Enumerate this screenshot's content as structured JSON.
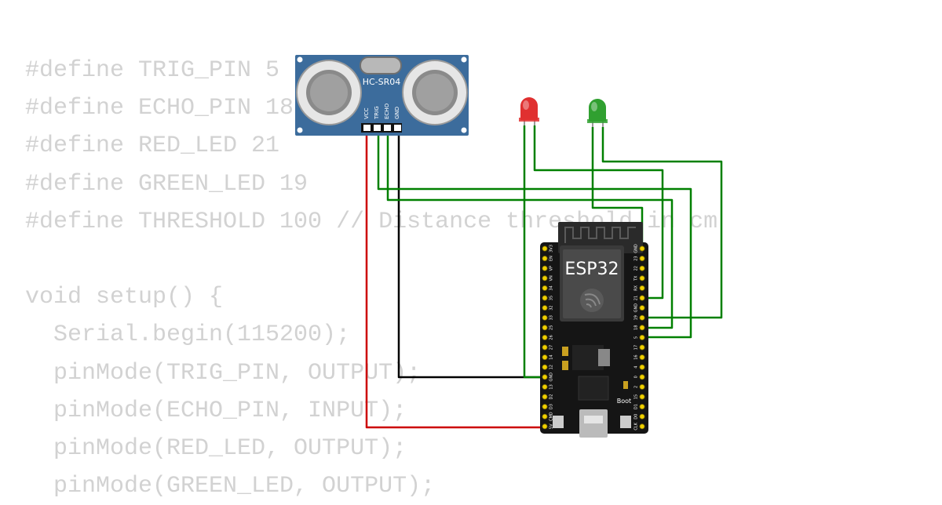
{
  "code": {
    "lines": [
      "#define TRIG_PIN 5",
      "#define ECHO_PIN 18",
      "#define RED_LED 21",
      "#define GREEN_LED 19",
      "#define THRESHOLD 100 // Distance threshold in cm",
      "",
      "void setup() {",
      "  Serial.begin(115200);",
      "  pinMode(TRIG_PIN, OUTPUT);",
      "  pinMode(ECHO_PIN, INPUT);",
      "  pinMode(RED_LED, OUTPUT);",
      "  pinMode(GREEN_LED, OUTPUT);"
    ]
  },
  "sensor": {
    "model": "HC-SR04",
    "pins": [
      "VCC",
      "TRIG",
      "ECHO",
      "GND"
    ],
    "board_color": "#3c6c9c"
  },
  "board": {
    "label": "ESP32",
    "boot_label": "Boot",
    "left_pins": [
      "3V3",
      "EN",
      "VP",
      "VN",
      "34",
      "35",
      "32",
      "33",
      "25",
      "26",
      "27",
      "14",
      "12",
      "GND",
      "13",
      "D2",
      "D3",
      "CMD",
      "5V"
    ],
    "right_pins": [
      "GND",
      "23",
      "22",
      "TX",
      "RX",
      "21",
      "GND",
      "19",
      "18",
      "5",
      "17",
      "16",
      "4",
      "0",
      "2",
      "15",
      "D1",
      "D0",
      "CLK"
    ]
  },
  "leds": [
    {
      "name": "red",
      "color": "#e03030"
    },
    {
      "name": "green",
      "color": "#30a030"
    }
  ],
  "wires": {
    "red": "#cc0000",
    "black": "#000000",
    "green": "#008000"
  }
}
